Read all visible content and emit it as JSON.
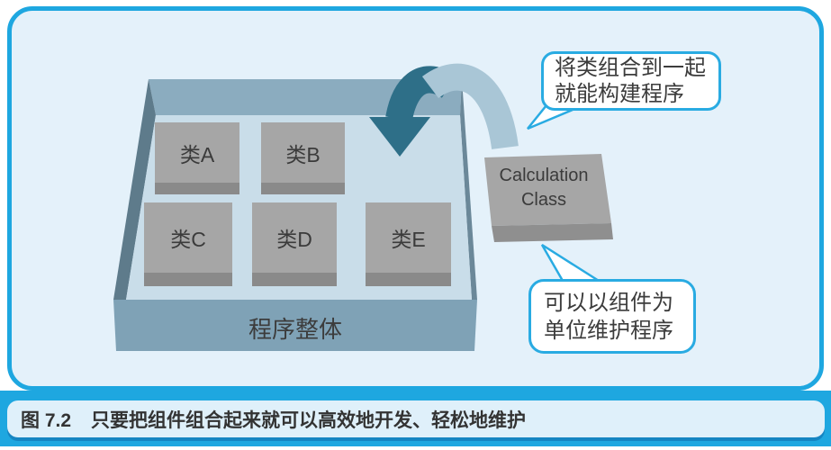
{
  "figure": {
    "caption": {
      "label": "图 7.2",
      "text": "只要把组件组合起来就可以高效地开发、轻松地维护"
    },
    "tray": {
      "label": "程序整体",
      "tiles": [
        {
          "label": "类A"
        },
        {
          "label": "类B"
        },
        {
          "label": "类C"
        },
        {
          "label": "类D"
        },
        {
          "label": "类E"
        }
      ]
    },
    "component": {
      "line1": "Calculation",
      "line2": "Class"
    },
    "bubbles": [
      {
        "line1": "将类组合到一起",
        "line2": "就能构建程序"
      },
      {
        "line1": "可以以组件为",
        "line2": "单位维护程序"
      }
    ],
    "colors": {
      "frame_blue": "#1ea7e0",
      "bubble_border": "#29abe2",
      "caption_shadow": "#1379b8",
      "panel_fill": "#e4f1fa",
      "caption_fill": "#dff0fa",
      "tray_rim": "#8bacbf",
      "tray_left_wall": "#5e7b8b",
      "tray_right_wall": "#6b8899",
      "tray_floor": "#c9dde9",
      "tray_front": "#7fa2b6",
      "tile_face": "#a6a6a6",
      "tile_edge": "#8a8a8a",
      "component_face": "#a6a6a6",
      "component_edge": "#8f8f8f",
      "arrow_dark": "#2e6f88",
      "arrow_light": "#a9c6d6",
      "text_dark": "#3b3b3b",
      "tail_fill": "#ffffff"
    }
  }
}
